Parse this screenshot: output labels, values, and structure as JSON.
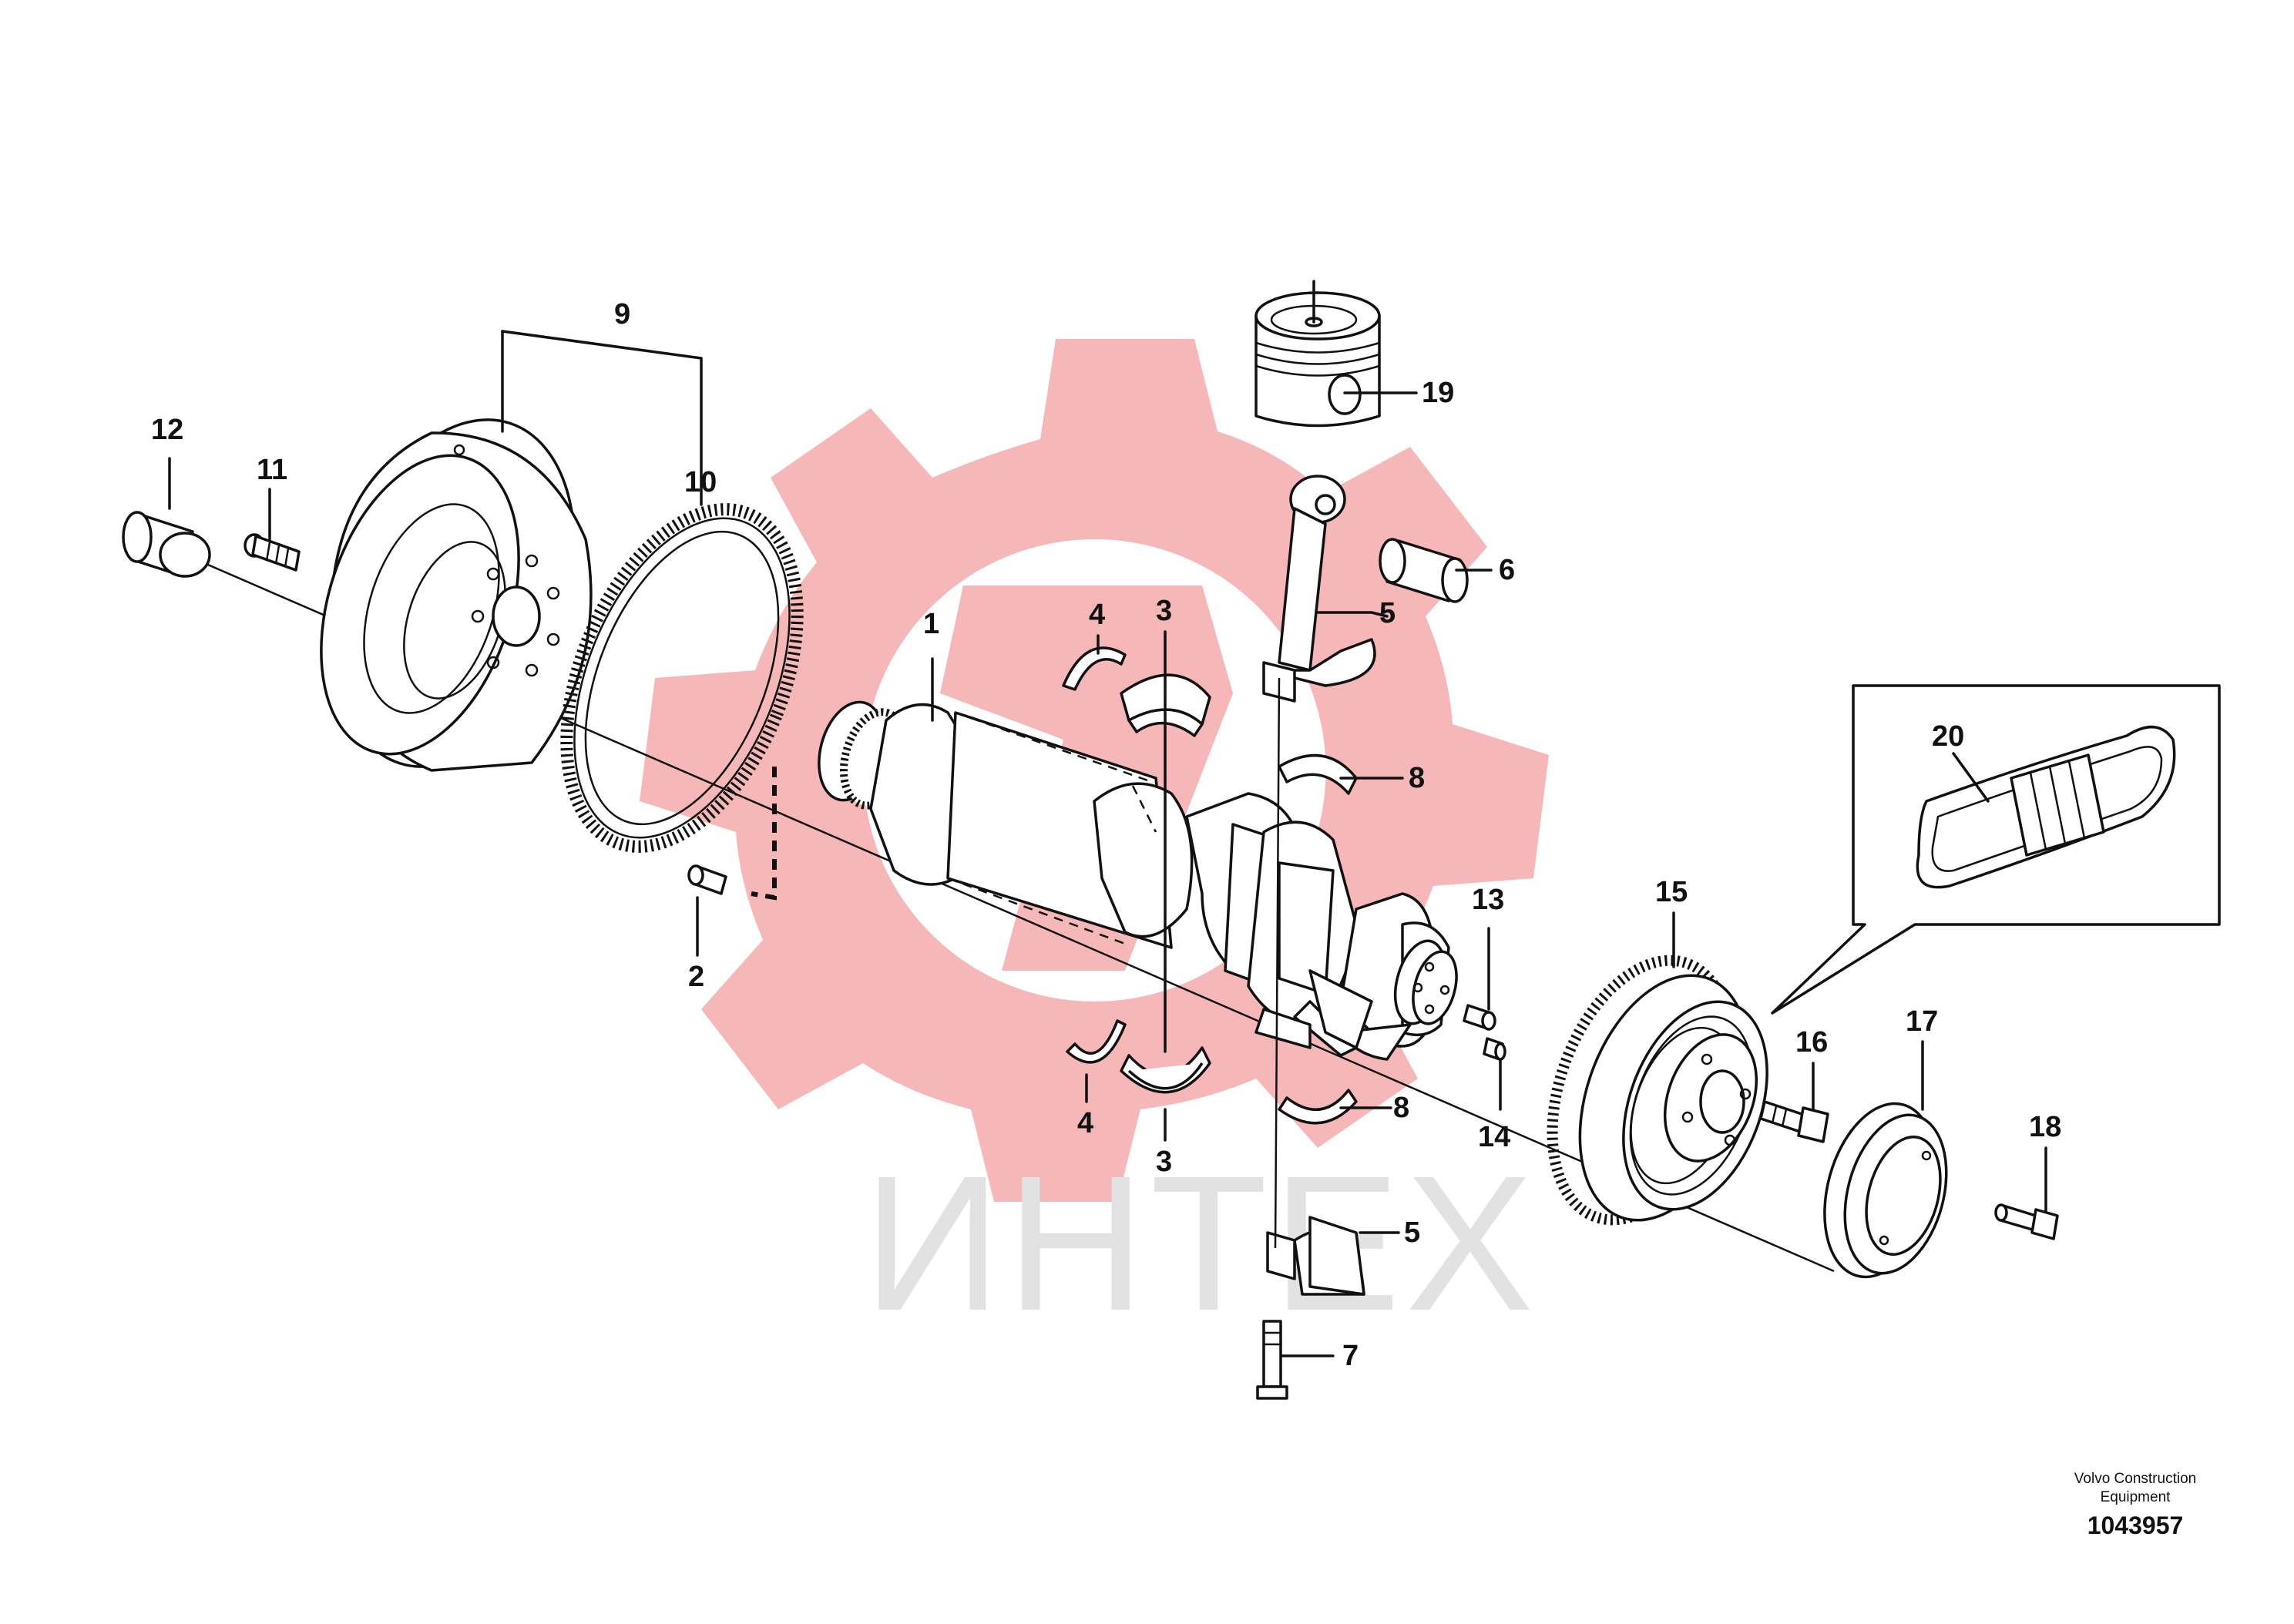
{
  "watermark": {
    "text": "ИНТЕХ",
    "gear_color": "#f5b7b7",
    "text_color": "#e2e2e2"
  },
  "diagram": {
    "line_color": "#111111",
    "callouts": [
      {
        "id": "c1",
        "label": "1"
      },
      {
        "id": "c2",
        "label": "2"
      },
      {
        "id": "c3a",
        "label": "3"
      },
      {
        "id": "c3b",
        "label": "3"
      },
      {
        "id": "c4a",
        "label": "4"
      },
      {
        "id": "c4b",
        "label": "4"
      },
      {
        "id": "c5a",
        "label": "5"
      },
      {
        "id": "c5b",
        "label": "5"
      },
      {
        "id": "c6",
        "label": "6"
      },
      {
        "id": "c7",
        "label": "7"
      },
      {
        "id": "c8a",
        "label": "8"
      },
      {
        "id": "c8b",
        "label": "8"
      },
      {
        "id": "c9",
        "label": "9"
      },
      {
        "id": "c10",
        "label": "10"
      },
      {
        "id": "c11",
        "label": "11"
      },
      {
        "id": "c12",
        "label": "12"
      },
      {
        "id": "c13",
        "label": "13"
      },
      {
        "id": "c14",
        "label": "14"
      },
      {
        "id": "c15",
        "label": "15"
      },
      {
        "id": "c16",
        "label": "16"
      },
      {
        "id": "c17",
        "label": "17"
      },
      {
        "id": "c18",
        "label": "18"
      },
      {
        "id": "c19",
        "label": "19"
      },
      {
        "id": "c20",
        "label": "20"
      }
    ]
  },
  "credit": {
    "line1": "Volvo Construction Equipment",
    "number": "1043957"
  }
}
